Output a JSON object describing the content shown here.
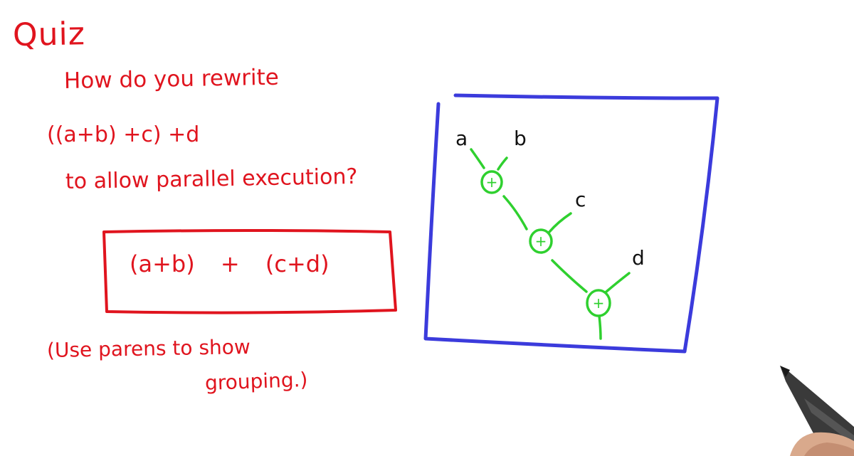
{
  "quiz": {
    "title": "Quiz",
    "question": [
      "How do you rewrite",
      "((a+b) +c) +d",
      "to allow parallel execution?"
    ],
    "answer": "(a+b) + (c+d)",
    "hint": [
      "(Use parens to show",
      "grouping.)"
    ]
  },
  "tree": {
    "leaves": [
      "a",
      "b",
      "c",
      "d"
    ],
    "operator": "+"
  },
  "colors": {
    "ink_red": "#e0141e",
    "ink_blue": "#3b3bdc",
    "ink_green": "#2fd02f",
    "ink_black": "#111111",
    "background": "#ffffff"
  }
}
